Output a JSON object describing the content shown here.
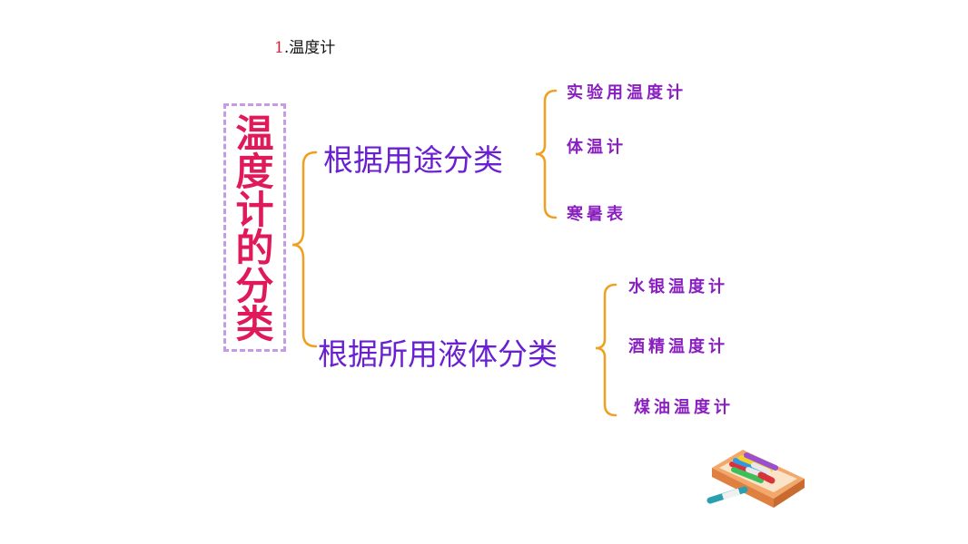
{
  "heading": {
    "number": "1",
    "text": ".温度计"
  },
  "root": {
    "chars": [
      "温",
      "度",
      "计",
      "的",
      "分",
      "类"
    ]
  },
  "branches": [
    {
      "label": "根据用途分类",
      "children": [
        "实验用温度计",
        "体温计",
        "寒暑表"
      ]
    },
    {
      "label": "根据所用液体分类",
      "children": [
        "水银温度计",
        "酒精温度计",
        "煤油温度计"
      ]
    }
  ],
  "colors": {
    "brace": "#f0a020",
    "root_text": "#e0195a",
    "box_border": "#c59be6",
    "branch_text": "#6a1fd0",
    "leaf_text": "#8a1fc0"
  },
  "decoration": {
    "icon": "crayon-box-icon"
  }
}
